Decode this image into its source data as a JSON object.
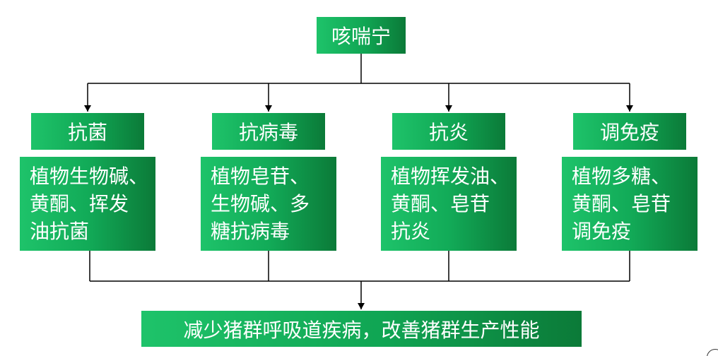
{
  "root": {
    "label": "咳喘宁"
  },
  "branches": [
    {
      "label": "抗菌",
      "detail": "植物生物碱、\n黄酮、挥发\n油抗菌"
    },
    {
      "label": "抗病毒",
      "detail": "植物皂苷、\n生物碱、多\n糖抗病毒"
    },
    {
      "label": "抗炎",
      "detail": "植物挥发油、\n黄酮、皂苷\n抗炎"
    },
    {
      "label": "调免疫",
      "detail": "植物多糖、\n黄酮、皂苷\n调免疫"
    }
  ],
  "result": {
    "label": "减少猪群呼吸道疾病，改善猪群生产性能"
  },
  "colors": {
    "box_light": "#1ec36a",
    "box_dark": "#0b7a38",
    "line": "#000000",
    "text": "#ffffff"
  }
}
